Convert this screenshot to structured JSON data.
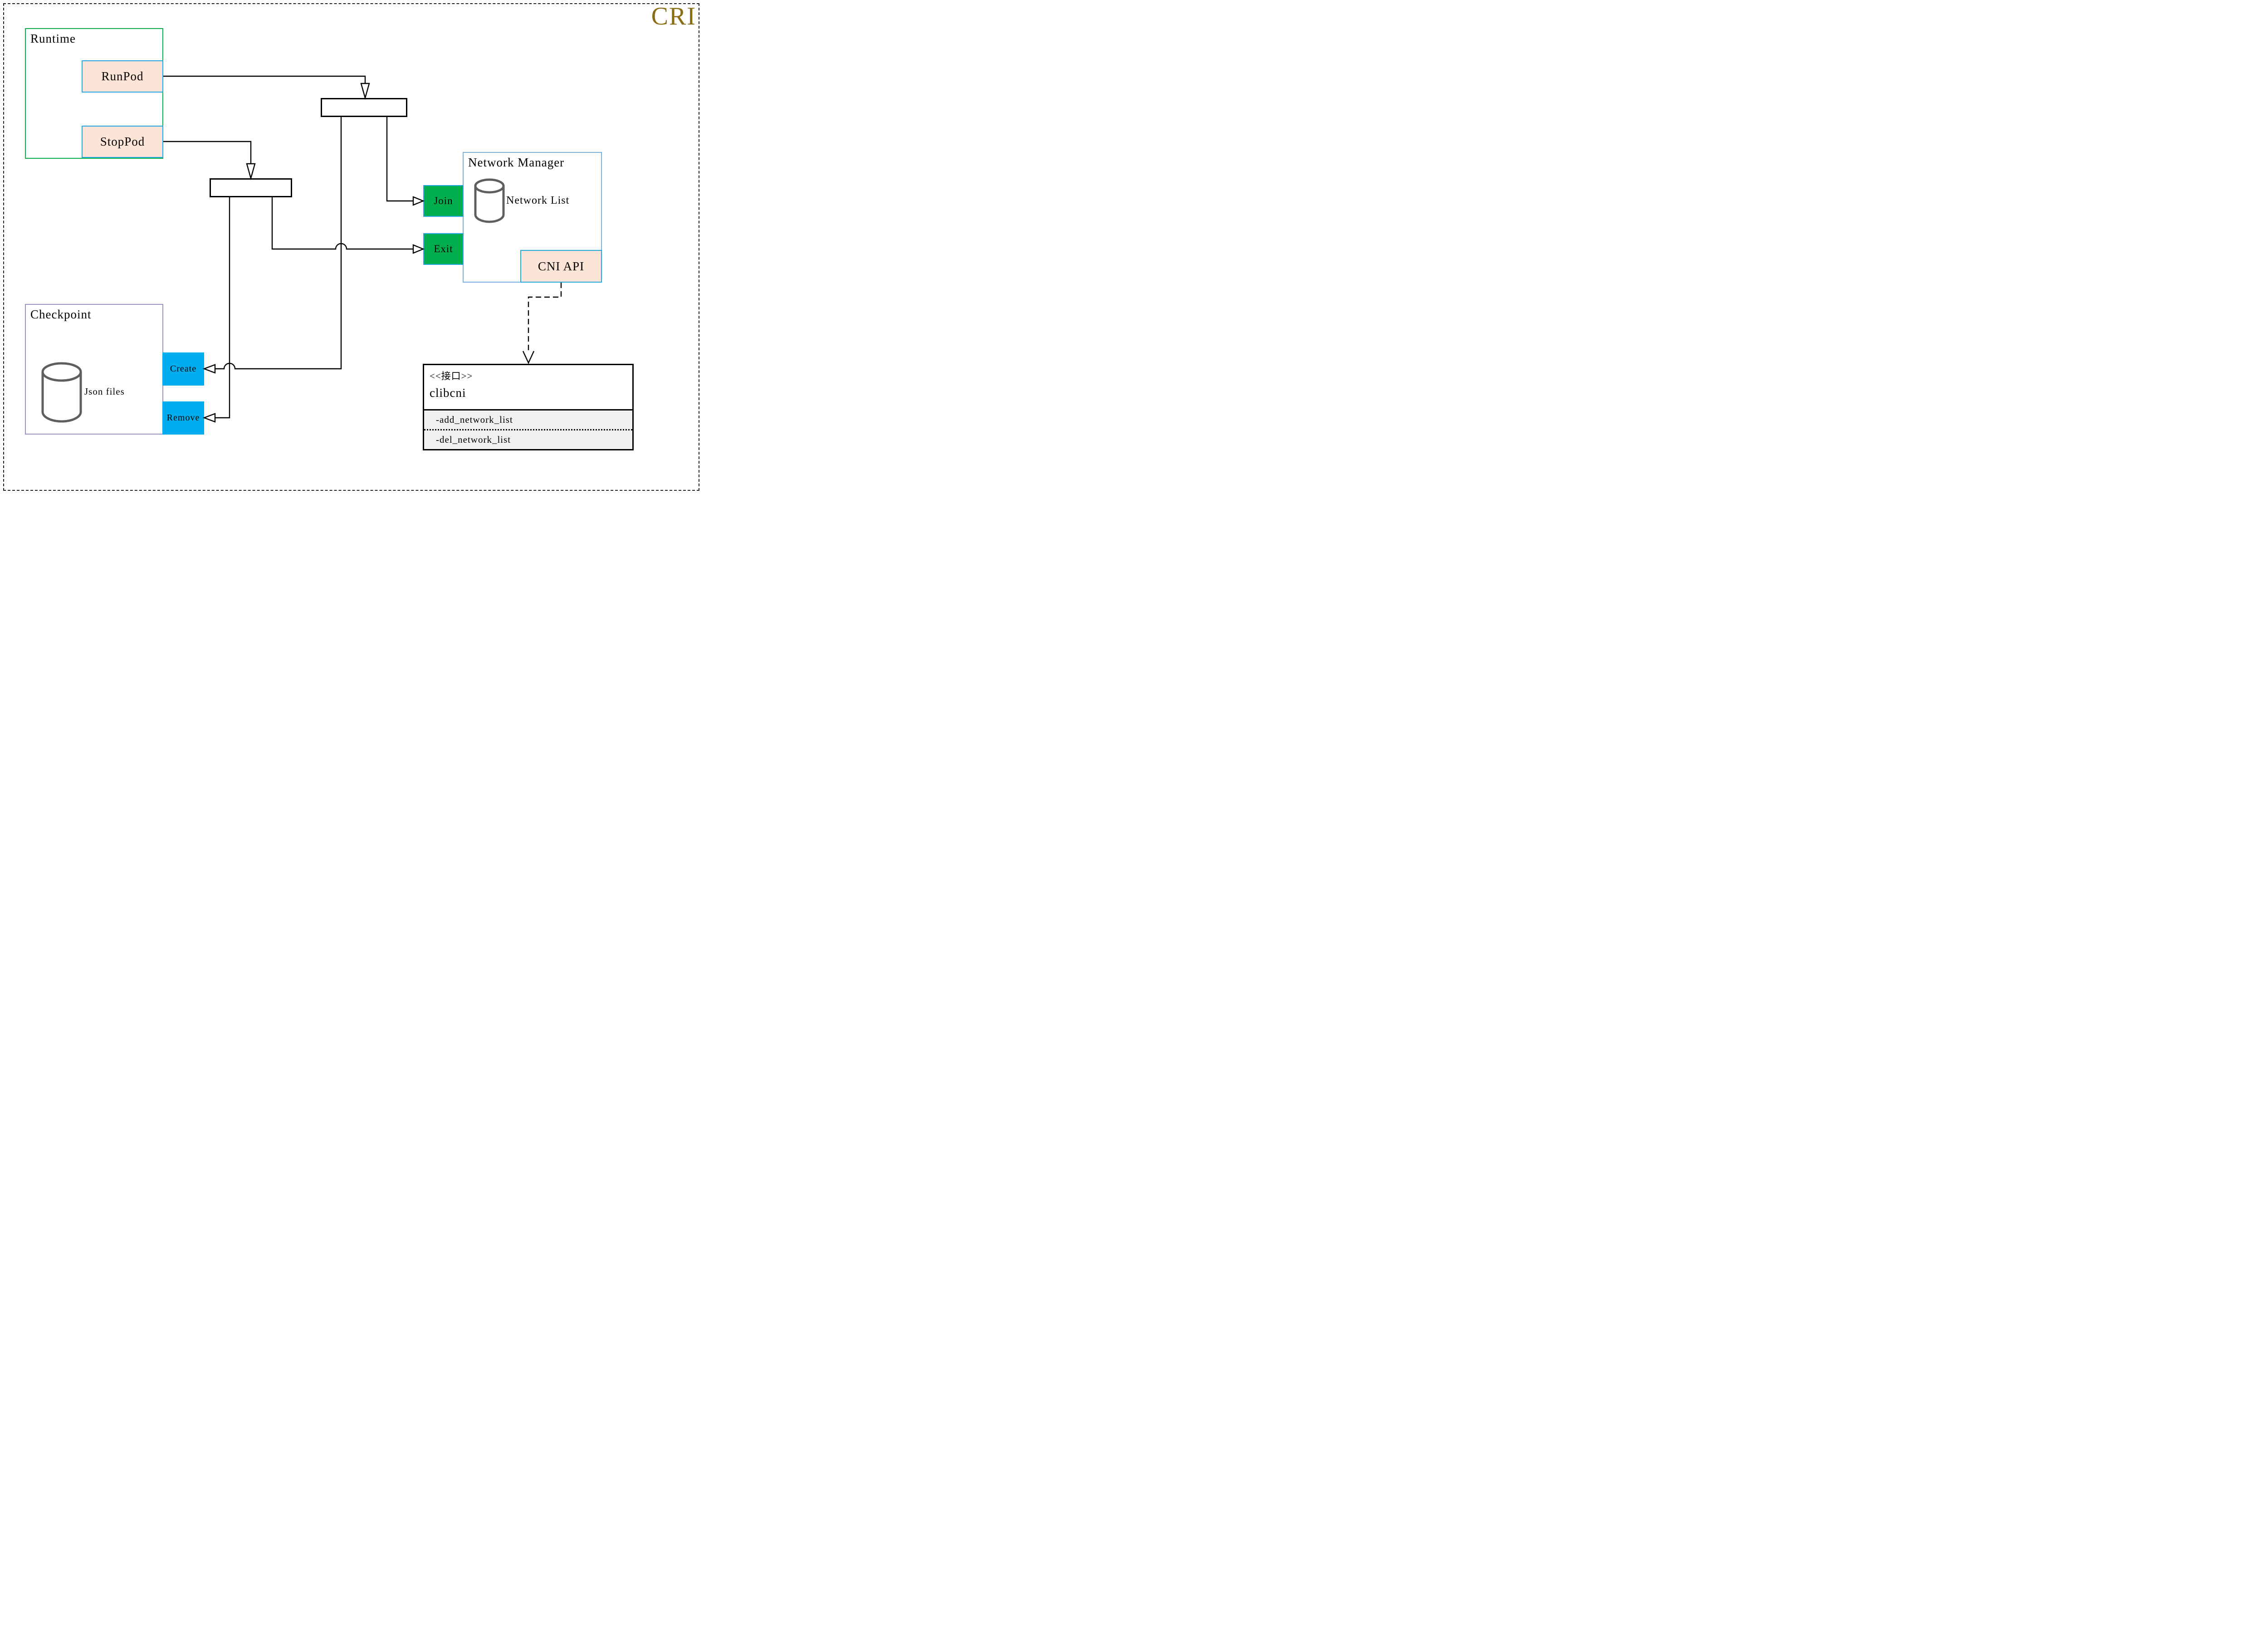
{
  "badge": {
    "label": "CRI"
  },
  "runtime": {
    "title": "Runtime",
    "run_pod_label": "RunPod",
    "stop_pod_label": "StopPod"
  },
  "network_manager": {
    "title": "Network Manager",
    "join_label": "Join",
    "exit_label": "Exit",
    "network_list_label": "Network List",
    "cni_api_label": "CNI API"
  },
  "checkpoint": {
    "title": "Checkpoint",
    "json_files_label": "Json files",
    "create_label": "Create",
    "remove_label": "Remove"
  },
  "clibcni": {
    "stereotype": "<<接口>>",
    "name": "clibcni",
    "methods": [
      "-add_network_list",
      "-del_network_list"
    ]
  },
  "colors": {
    "cri_gold": "#8a6d15",
    "runtime_border_green": "#0cb14b",
    "peach_fill": "#fce5d6",
    "cyan_border": "#25a8e0",
    "network_manager_border_blue": "#7eb2de",
    "join_exit_green": "#00ae4e",
    "create_remove_cyan": "#00aeef",
    "checkpoint_border_purple": "#9e90c5",
    "cylinder_gray": "#5e5e5e",
    "uml_compartment_gray": "#f0f0f0",
    "line_black": "#000000"
  }
}
